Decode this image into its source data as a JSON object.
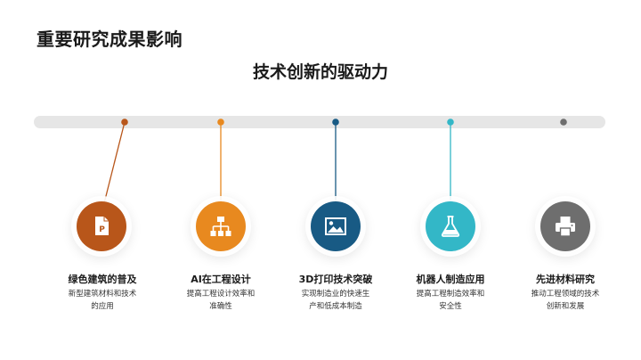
{
  "slide": {
    "title": "重要研究成果影响",
    "subtitle": "技术创新的驱动力"
  },
  "items": [
    {
      "title": "绿色建筑的普及",
      "desc_line1": "新型建筑材料和技术",
      "desc_line2": "的应用",
      "color": "#b8561a",
      "icon": "document-p-icon"
    },
    {
      "title": "AI在工程设计",
      "desc_line1": "提高工程设计效率和",
      "desc_line2": "准确性",
      "color": "#e8891f",
      "icon": "hierarchy-icon"
    },
    {
      "title": "3D打印技术突破",
      "desc_line1": "实现制造业的快速生",
      "desc_line2": "产和低成本制造",
      "color": "#185a84",
      "icon": "image-icon"
    },
    {
      "title": "机器人制造应用",
      "desc_line1": "提高工程制造效率和",
      "desc_line2": "安全性",
      "color": "#33b7c7",
      "icon": "flask-icon"
    },
    {
      "title": "先进材料研究",
      "desc_line1": "推动工程领域的技术",
      "desc_line2": "创新和发展",
      "color": "#6e6e6e",
      "icon": "printer-icon"
    }
  ]
}
